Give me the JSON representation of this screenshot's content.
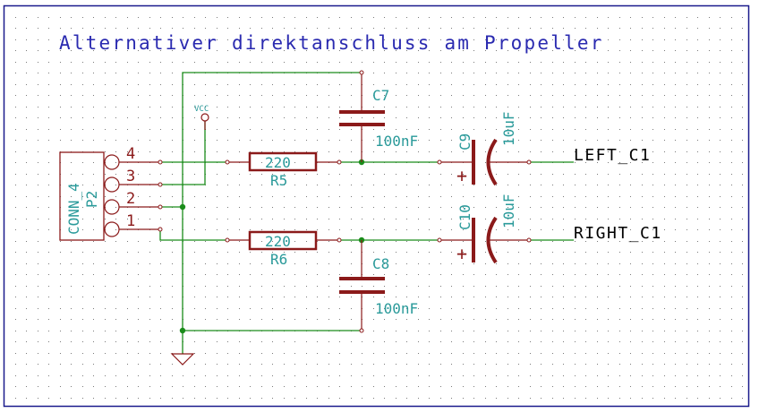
{
  "sheet": {
    "title": "Alternativer direktanschluss am Propeller",
    "colors": {
      "border": "#1a1a8c",
      "title": "#2a2ab0",
      "wire": "#1a8c1a",
      "component": "#8b1a1a",
      "reference_text": "#2a9a9a",
      "net_label": "#000000",
      "grid": "#7a7a7a"
    }
  },
  "components": {
    "connector": {
      "ref": "P2",
      "value": "CONN_4",
      "pins": [
        "4",
        "3",
        "2",
        "1"
      ]
    },
    "r5": {
      "ref": "R5",
      "value": "220"
    },
    "r6": {
      "ref": "R6",
      "value": "220"
    },
    "c7": {
      "ref": "C7",
      "value": "100nF"
    },
    "c8": {
      "ref": "C8",
      "value": "100nF"
    },
    "c9": {
      "ref": "C9",
      "value": "10uF",
      "polarity": "+"
    },
    "c10": {
      "ref": "C10",
      "value": "10uF",
      "polarity": "+"
    },
    "vcc": {
      "label": "VCC"
    },
    "gnd": {
      "symbol": "ground-icon"
    }
  },
  "net_labels": {
    "left": "LEFT_C1",
    "right": "RIGHT_C1"
  }
}
